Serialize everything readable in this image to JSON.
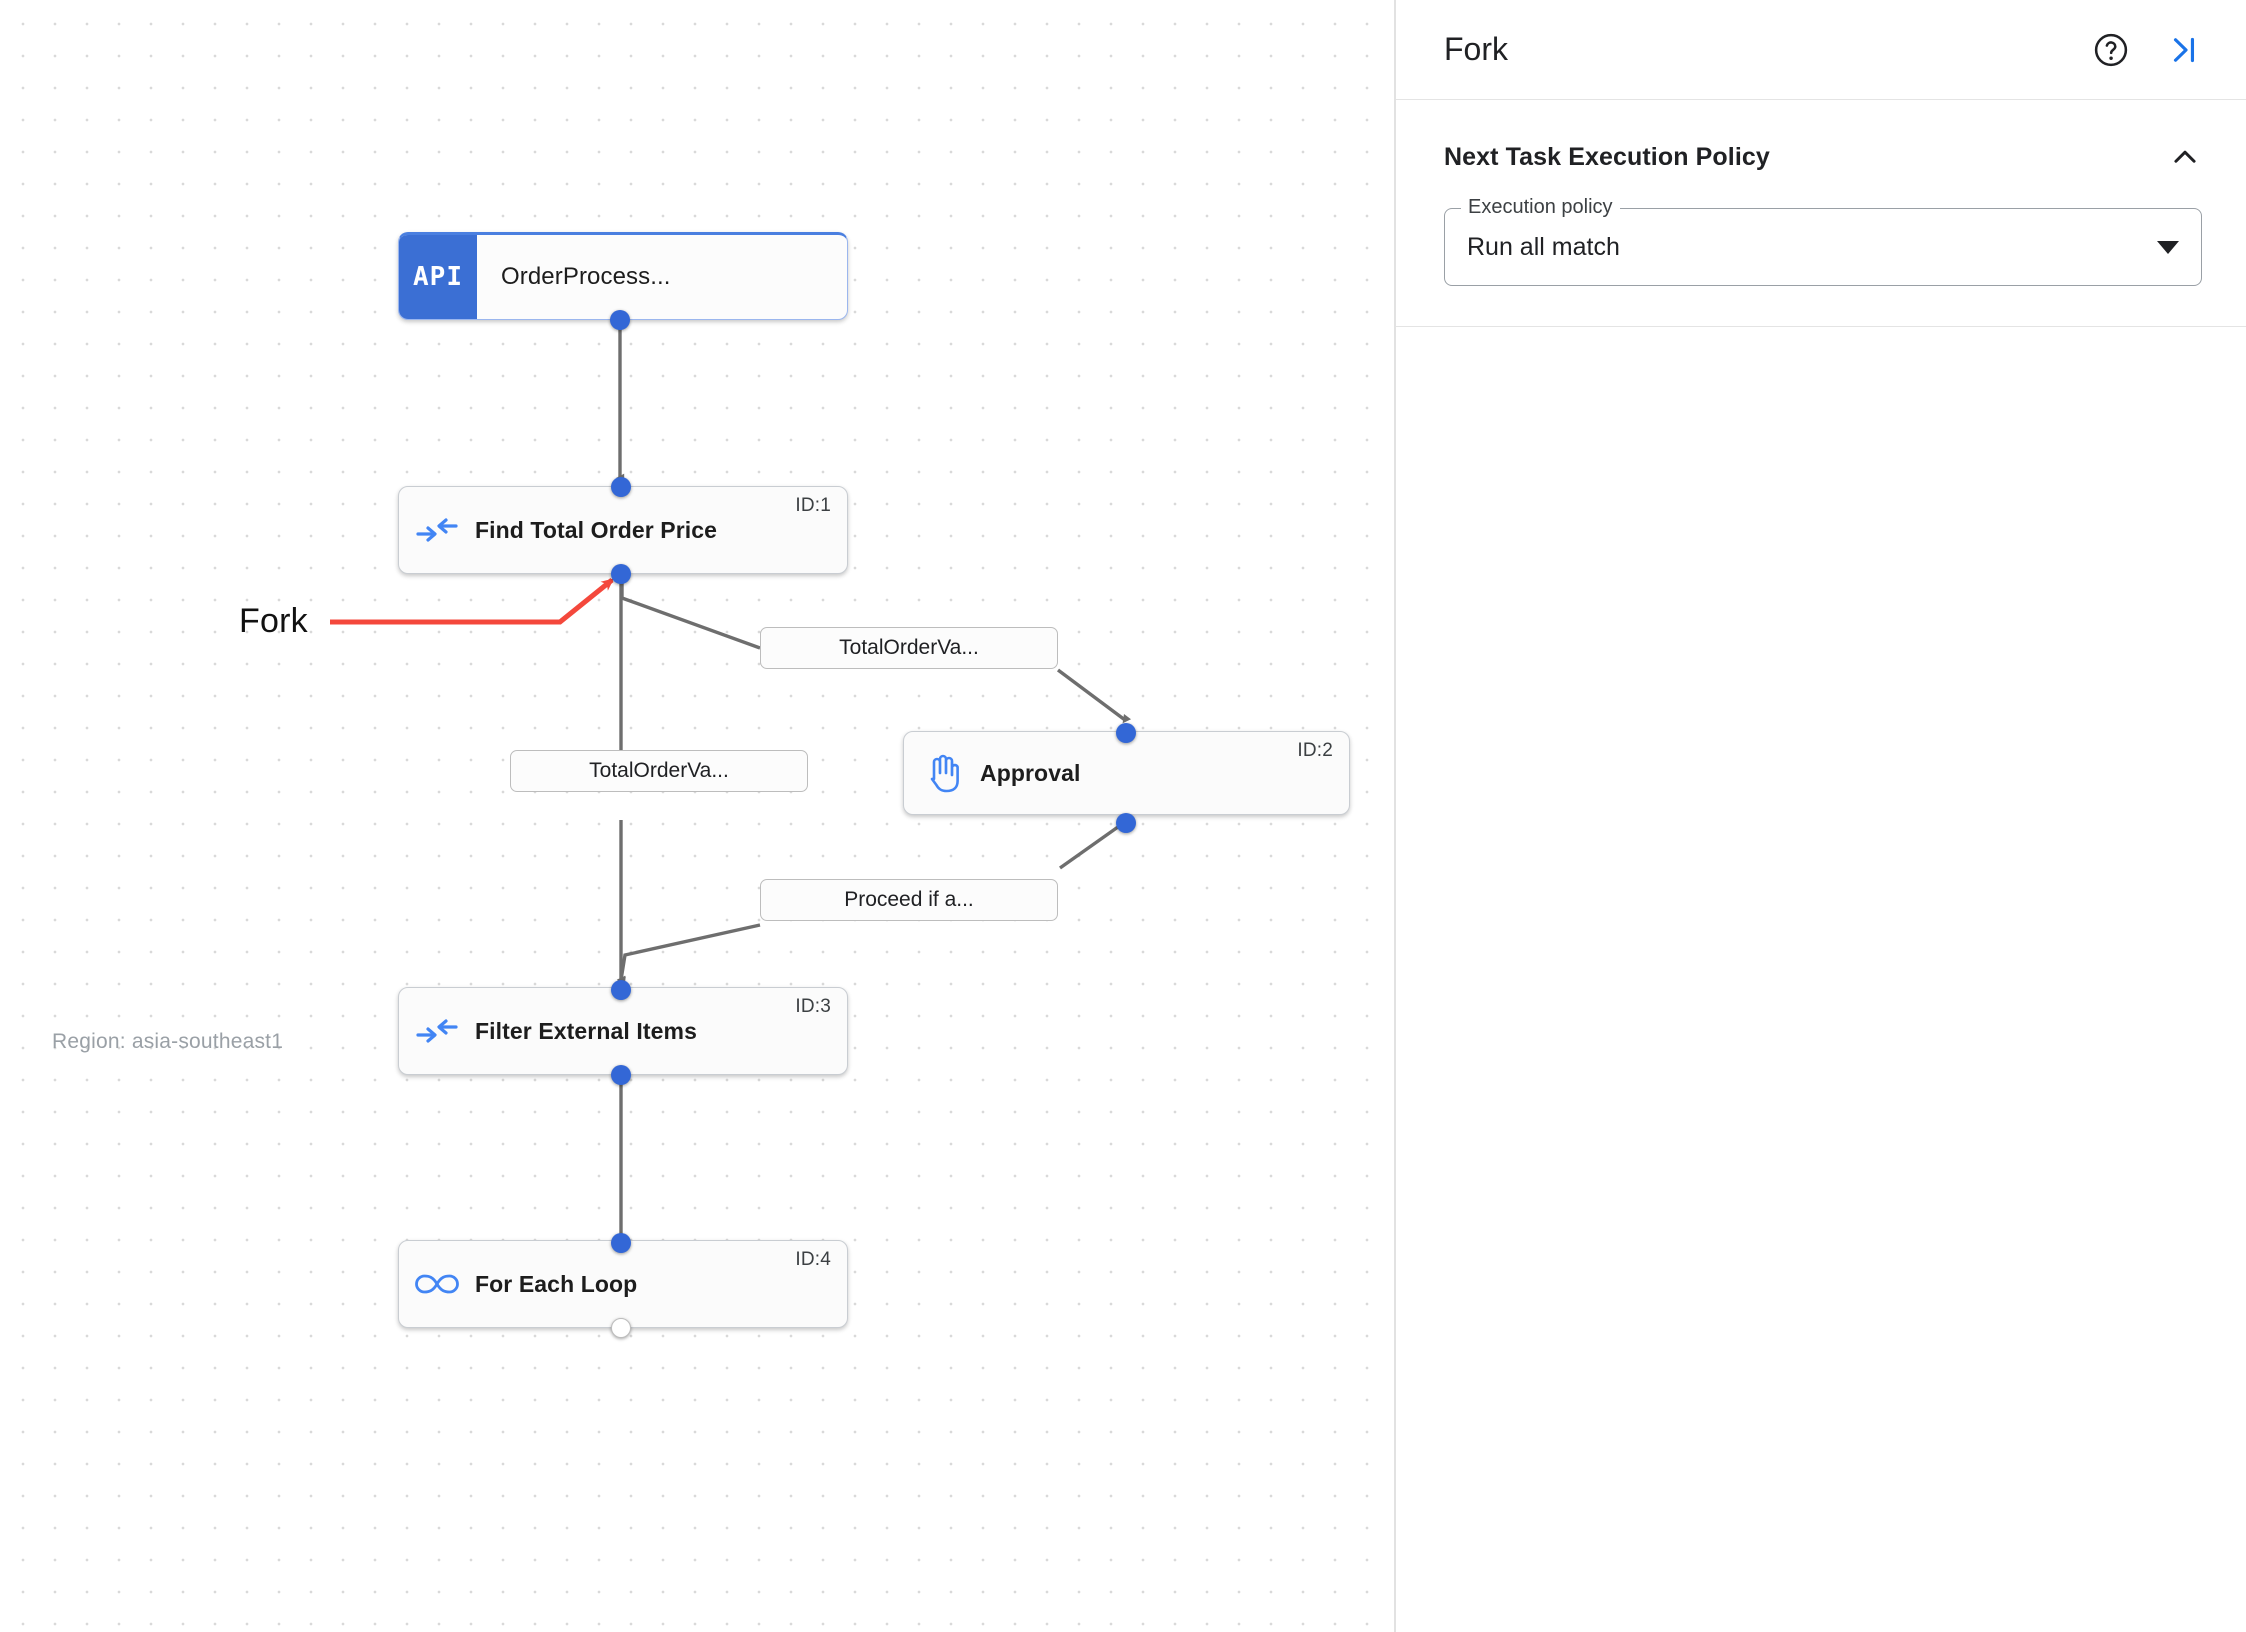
{
  "canvas": {
    "region_label": "Region: asia-southeast1",
    "annotation": {
      "label": "Fork",
      "color": "#f4483c"
    },
    "nodes": [
      {
        "key": "trigger",
        "badge": "API",
        "title": "OrderProcess...",
        "id_label": "",
        "icon": "api-icon"
      },
      {
        "key": "task1",
        "badge": "",
        "title": "Find Total Order Price",
        "id_label": "ID:1",
        "icon": "merge-arrows-icon"
      },
      {
        "key": "approval",
        "badge": "",
        "title": "Approval",
        "id_label": "ID:2",
        "icon": "raised-hand-icon"
      },
      {
        "key": "task3",
        "badge": "",
        "title": "Filter External Items",
        "id_label": "ID:3",
        "icon": "merge-arrows-icon"
      },
      {
        "key": "task4",
        "badge": "",
        "title": "For Each Loop",
        "id_label": "ID:4",
        "icon": "infinity-icon"
      }
    ],
    "edge_labels": [
      {
        "key": "cond_approval",
        "text": "TotalOrderVa..."
      },
      {
        "key": "cond_direct",
        "text": "TotalOrderVa..."
      },
      {
        "key": "cond_proceed",
        "text": "Proceed if a..."
      }
    ]
  },
  "panel": {
    "title": "Fork",
    "help_icon": "help-circle-icon",
    "collapse_icon": "collapse-panel-icon",
    "section": {
      "title": "Next Task Execution Policy",
      "chevron_icon": "chevron-up-icon",
      "field": {
        "label": "Execution policy",
        "value": "Run all match",
        "dropdown_icon": "caret-down-icon"
      }
    }
  },
  "colors": {
    "accent_blue": "#3367d6",
    "link_blue": "#1a73e8",
    "annotation_red": "#f4483c",
    "edge_gray": "#6e6e6e"
  }
}
